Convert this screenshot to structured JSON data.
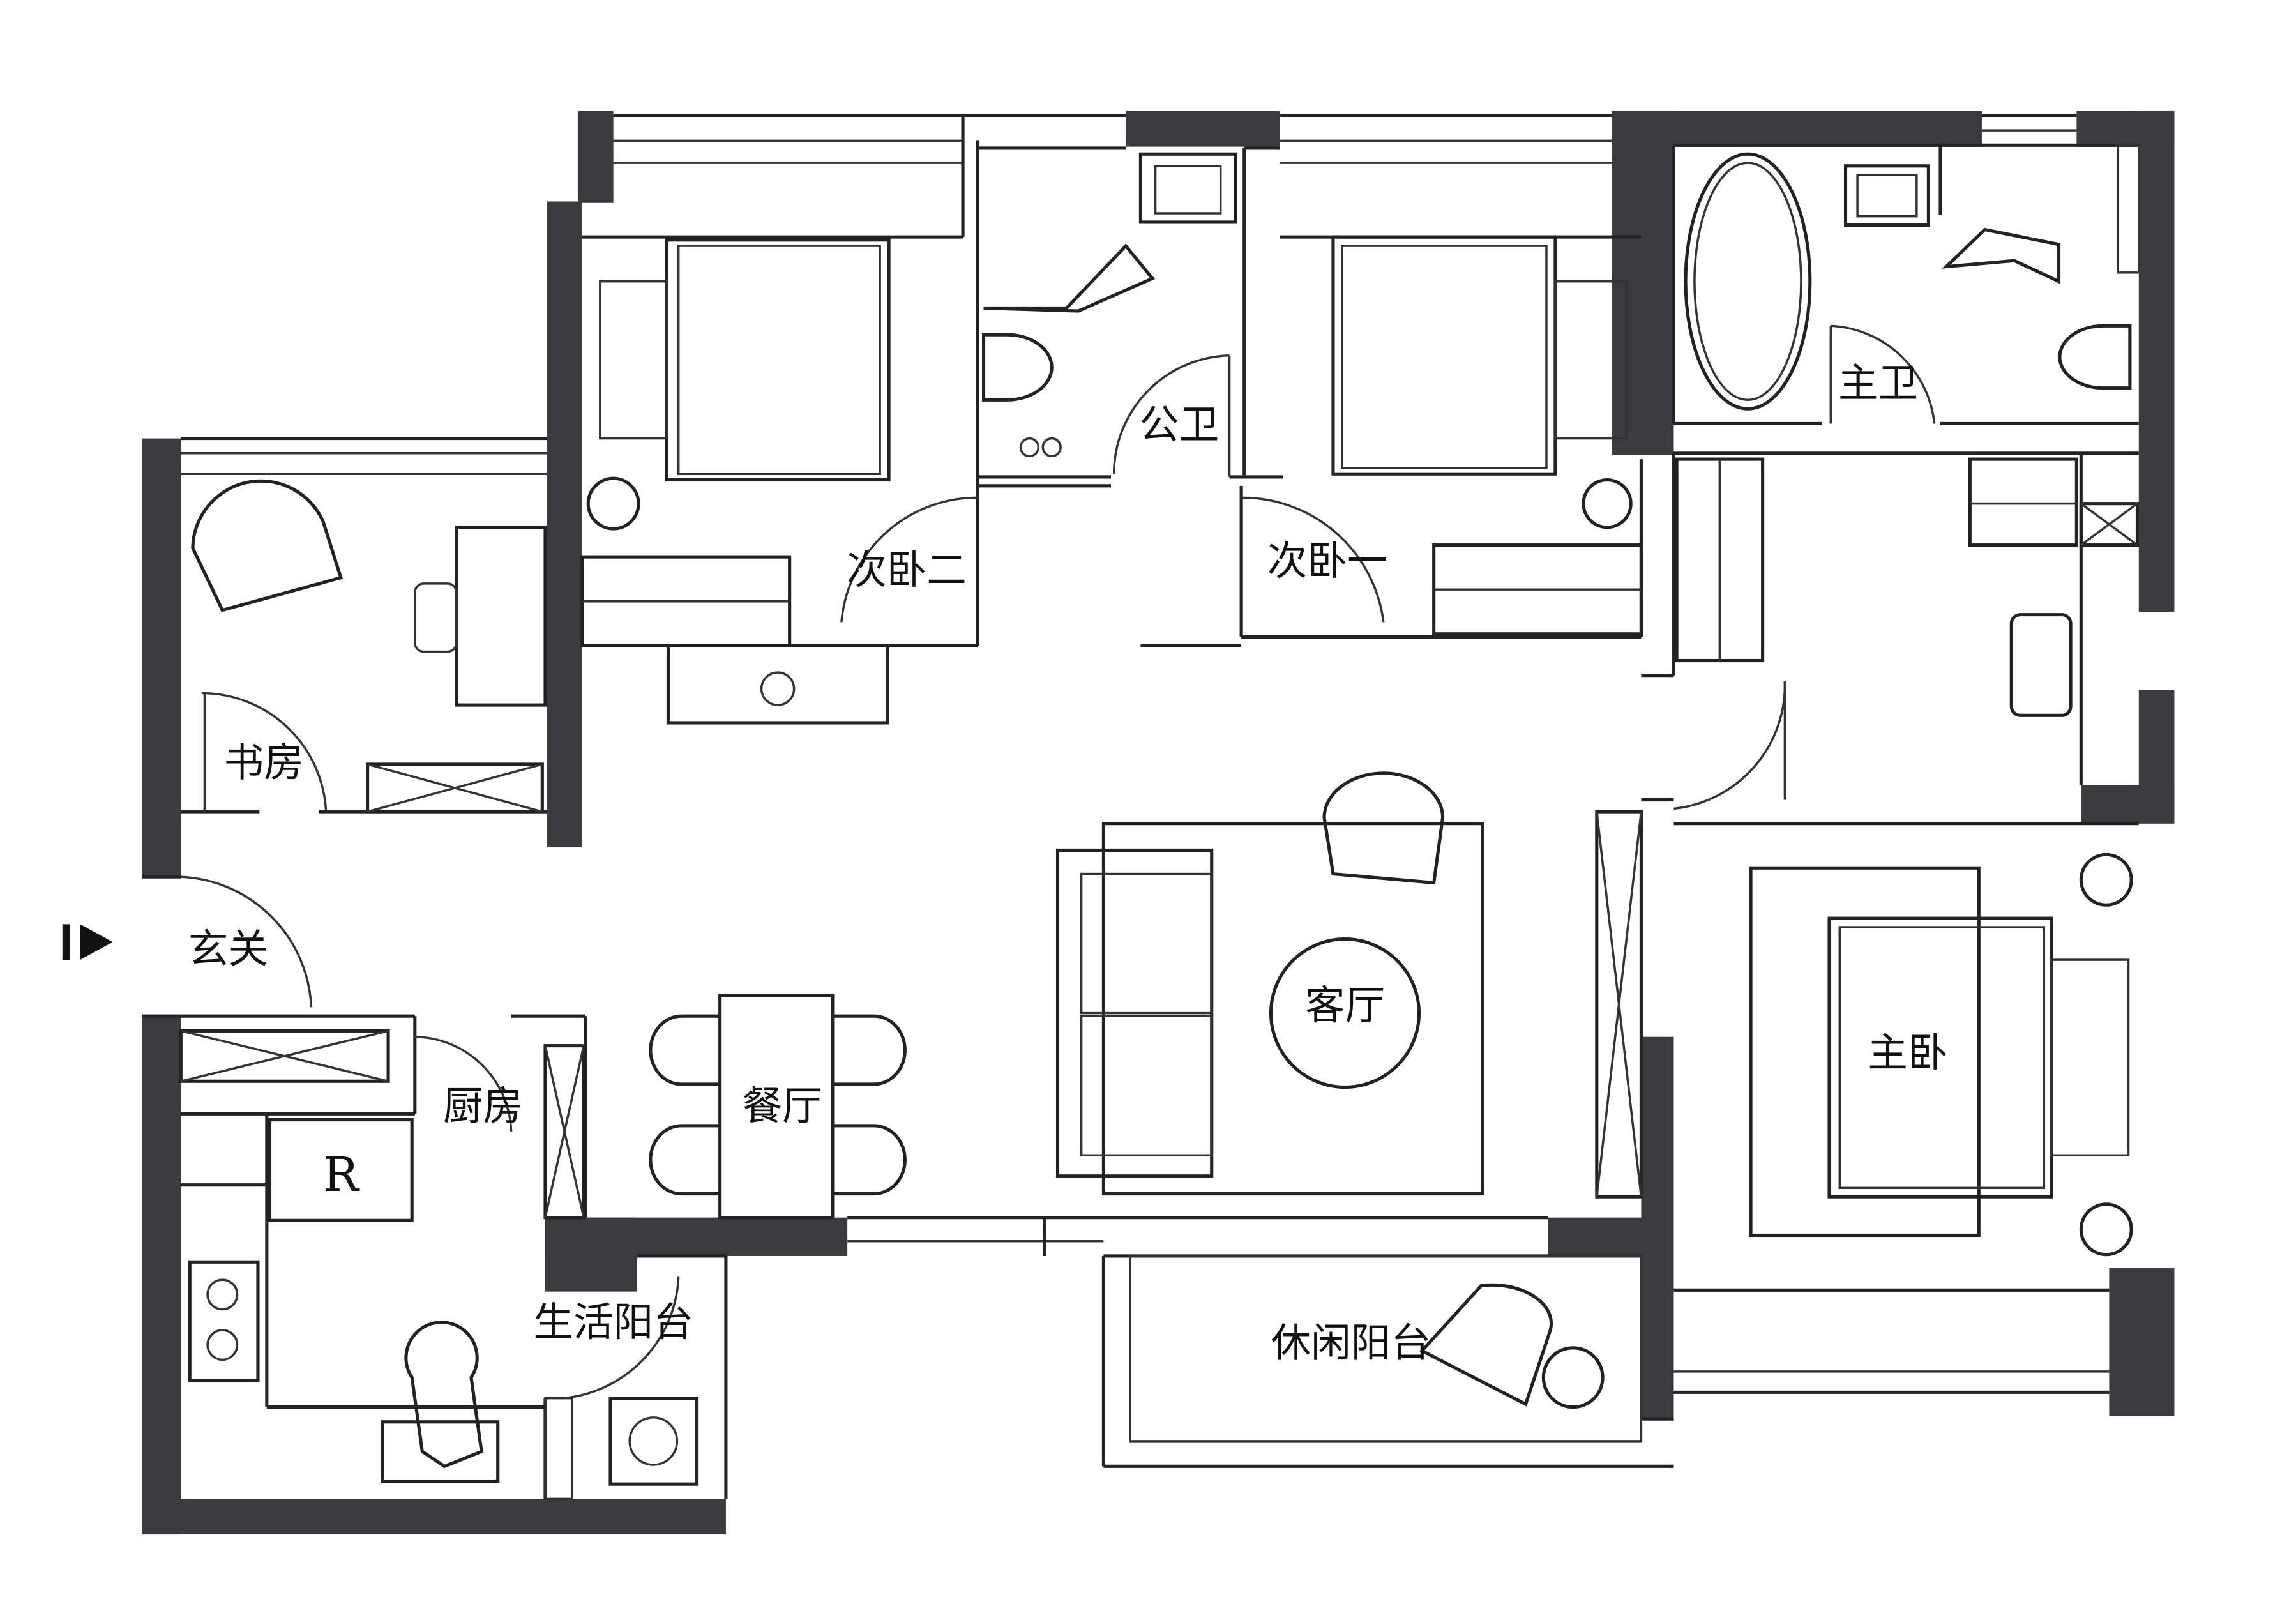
{
  "rooms": {
    "study": "书房",
    "foyer": "玄关",
    "second_bedroom_2": "次卧二",
    "public_bath": "公卫",
    "second_bedroom_1": "次卧一",
    "master_bath": "主卫",
    "kitchen": "厨房",
    "dining": "餐厅",
    "living": "客厅",
    "master_bedroom": "主卧",
    "service_balcony": "生活阳台",
    "leisure_balcony": "休闲阳台"
  },
  "fridge_mark": "R",
  "colors": {
    "wall": "#3b3b3d",
    "line": "#222222",
    "background": "#ffffff"
  },
  "icons": {
    "entry": "entry-arrow-icon",
    "sink": "sink-icon",
    "toilet": "toilet-icon",
    "bathtub": "bathtub-icon",
    "stove": "stove-icon",
    "washing_machine": "washing-machine-icon",
    "chair": "armchair-icon",
    "plant": "plant-icon",
    "person": "person-icon"
  }
}
